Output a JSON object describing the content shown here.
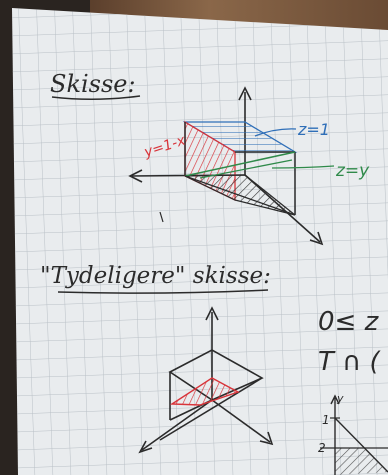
{
  "notes": {
    "heading_sketch": "Skisse:",
    "heading_clearer": "\"Tydeligere\" skisse:",
    "label_z1": "z=1",
    "label_zy": "z=y",
    "label_y1x": "y=1-x",
    "right_text_top": "0≤ z",
    "right_text_mid": "T ∩ (",
    "axis_tick_1": "1",
    "axis_tick_2": "2",
    "axis_y": "y"
  },
  "colors": {
    "paper": "#e9ecee",
    "grid": "#b9c0c6",
    "ink": "#2b2b2b",
    "red": "#d8343a",
    "blue": "#2f6fb8",
    "green": "#2f8a4a",
    "wood": "#6a4b34"
  }
}
